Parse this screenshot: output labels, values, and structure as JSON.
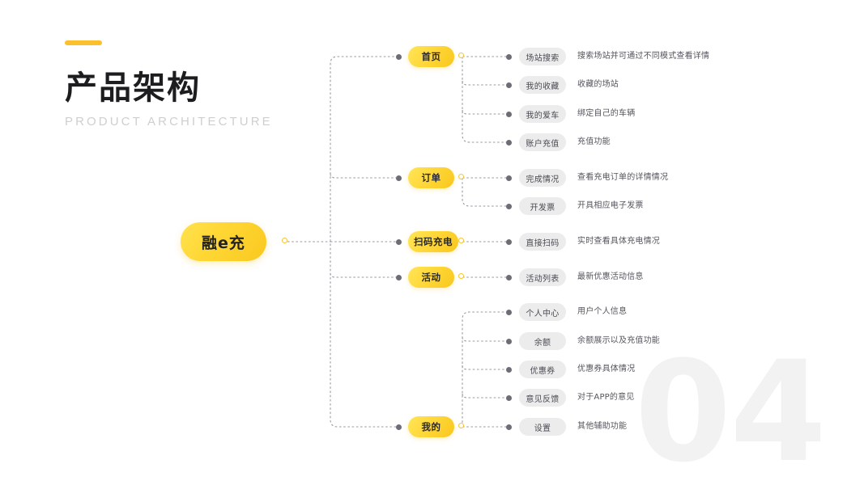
{
  "slide": {
    "number": "04",
    "title": "产品架构",
    "subtitle": "PRODUCT  ARCHITECTURE",
    "accent_color": "#fbc02d",
    "root_node_color": "#ffd836",
    "level3_pill_color": "#ececed",
    "connector_dot_color": "#6d6d78",
    "watermark_color": "#f2f2f2",
    "background": "#ffffff"
  },
  "root": {
    "label": "融e充"
  },
  "branches": [
    {
      "label": "首页",
      "children": [
        {
          "label": "场站搜索",
          "desc": "搜索场站并可通过不同模式查看详情"
        },
        {
          "label": "我的收藏",
          "desc": "收藏的场站"
        },
        {
          "label": "我的爱车",
          "desc": "绑定自己的车辆"
        },
        {
          "label": "账户充值",
          "desc": "充值功能"
        }
      ]
    },
    {
      "label": "订单",
      "children": [
        {
          "label": "完成情况",
          "desc": "查看充电订单的详情情况"
        },
        {
          "label": "开发票",
          "desc": "开具相应电子发票"
        }
      ]
    },
    {
      "label": "扫码充电",
      "children": [
        {
          "label": "直接扫码",
          "desc": "实时查看具体充电情况"
        }
      ]
    },
    {
      "label": "活动",
      "children": [
        {
          "label": "活动列表",
          "desc": "最新优惠活动信息"
        }
      ]
    },
    {
      "label": "我的",
      "children": [
        {
          "label": "个人中心",
          "desc": "用户个人信息"
        },
        {
          "label": "余额",
          "desc": "余额展示以及充值功能"
        },
        {
          "label": "优惠券",
          "desc": "优惠券具体情况"
        },
        {
          "label": "意见反馈",
          "desc": "对于APP的意见"
        },
        {
          "label": "设置",
          "desc": "其他辅助功能"
        }
      ]
    }
  ]
}
